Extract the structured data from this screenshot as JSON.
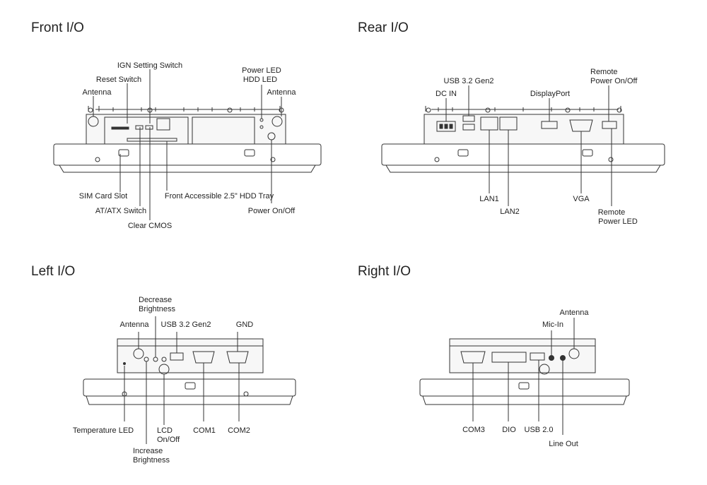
{
  "sections": {
    "front": {
      "title": "Front I/O",
      "labels": {
        "ign_setting_switch": "IGN Setting Switch",
        "reset_switch": "Reset Switch",
        "antenna_left": "Antenna",
        "power_led": "Power LED",
        "hdd_led": "HDD LED",
        "antenna_right": "Antenna",
        "sim_card_slot": "SIM Card Slot",
        "at_atx_switch": "AT/ATX Switch",
        "clear_cmos": "Clear CMOS",
        "hdd_tray": "Front Accessible 2.5\" HDD Tray",
        "power_on_off": "Power On/Off"
      }
    },
    "rear": {
      "title": "Rear I/O",
      "labels": {
        "usb_gen2": "USB 3.2 Gen2",
        "dc_in": "DC IN",
        "displayport": "DisplayPort",
        "remote_on_off_1": "Remote",
        "remote_on_off_2": "Power On/Off",
        "lan1": "LAN1",
        "lan2": "LAN2",
        "vga": "VGA",
        "remote_led_1": "Remote",
        "remote_led_2": "Power LED"
      }
    },
    "left": {
      "title": "Left I/O",
      "labels": {
        "decrease_1": "Decrease",
        "decrease_2": "Brightness",
        "antenna": "Antenna",
        "usb_gen2": "USB 3.2 Gen2",
        "gnd": "GND",
        "temp_led": "Temperature LED",
        "lcd_1": "LCD",
        "lcd_2": "On/Off",
        "com1": "COM1",
        "com2": "COM2",
        "increase_1": "Increase",
        "increase_2": "Brightness"
      }
    },
    "right": {
      "title": "Right I/O",
      "labels": {
        "antenna": "Antenna",
        "mic_in": "Mic-In",
        "com3": "COM3",
        "dio": "DIO",
        "usb2": "USB 2.0",
        "line_out": "Line Out"
      }
    }
  }
}
